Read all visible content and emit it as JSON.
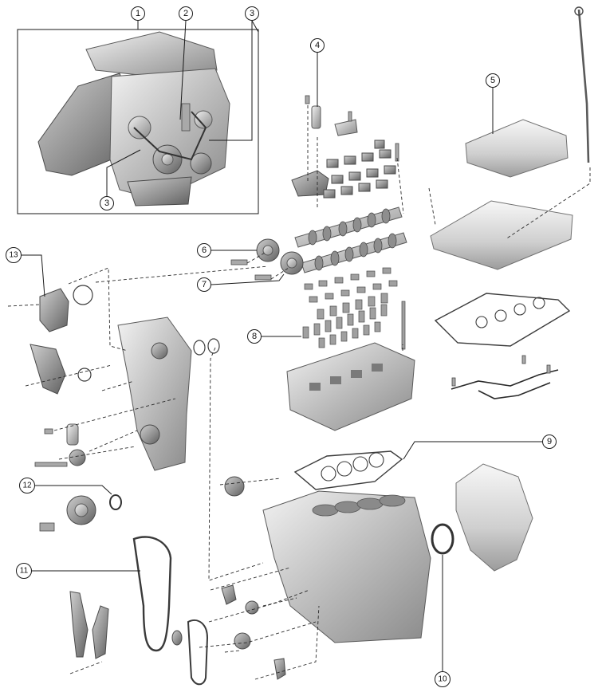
{
  "callouts": [
    {
      "id": "c1",
      "label": "1"
    },
    {
      "id": "c2",
      "label": "2"
    },
    {
      "id": "c3a",
      "label": "3"
    },
    {
      "id": "c3b",
      "label": "3"
    },
    {
      "id": "c4",
      "label": "4"
    },
    {
      "id": "c5",
      "label": "5"
    },
    {
      "id": "c6",
      "label": "6"
    },
    {
      "id": "c7",
      "label": "7"
    },
    {
      "id": "c8",
      "label": "8"
    },
    {
      "id": "c9",
      "label": "9"
    },
    {
      "id": "c10",
      "label": "10"
    },
    {
      "id": "c11",
      "label": "11"
    },
    {
      "id": "c12",
      "label": "12"
    },
    {
      "id": "c13",
      "label": "13"
    }
  ],
  "colors": {
    "line": "#1a1a1a",
    "metal_light": "#e4e4e4",
    "metal_dark": "#8c8c8c"
  }
}
